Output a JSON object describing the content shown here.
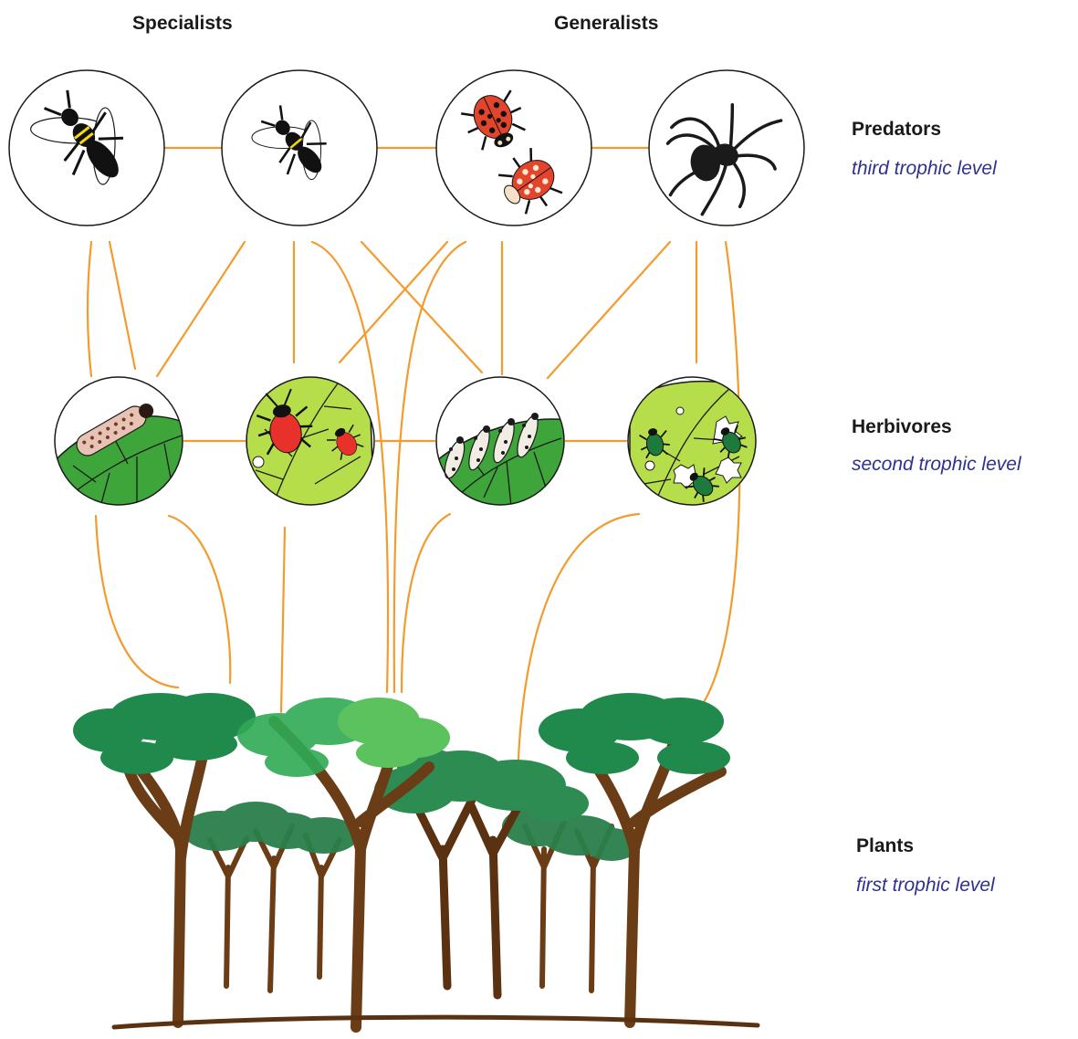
{
  "headings": {
    "specialists": "Specialists",
    "generalists": "Generalists"
  },
  "levels": {
    "predators": {
      "title": "Predators",
      "subtitle": "third trophic level"
    },
    "herbivores": {
      "title": "Herbivores",
      "subtitle": "second trophic level"
    },
    "plants": {
      "title": "Plants",
      "subtitle": "first trophic level"
    }
  },
  "predator_nodes": [
    {
      "id": "wasp-large",
      "icon": "parasitoid-wasp-icon"
    },
    {
      "id": "wasp-small",
      "icon": "parasitoid-wasp-icon"
    },
    {
      "id": "ladybirds",
      "icon": "ladybird-beetle-icon"
    },
    {
      "id": "spider",
      "icon": "spider-icon"
    }
  ],
  "herbivore_nodes": [
    {
      "id": "caterpillar",
      "icon": "caterpillar-on-leaf-icon"
    },
    {
      "id": "red-beetles",
      "icon": "red-leaf-beetle-icon"
    },
    {
      "id": "larvae",
      "icon": "beetle-larvae-icon"
    },
    {
      "id": "green-beetles",
      "icon": "flea-beetle-icon"
    }
  ],
  "colors": {
    "link": "#f39b2e",
    "subtitle": "#2e3192",
    "trunk": "#6b3d16",
    "canopy_dark": "#1f8a4c",
    "canopy_mid": "#2faa55",
    "canopy_light": "#5cc25e",
    "leaf_green": "#3ea53a",
    "leaf_light": "#b6dd4a"
  }
}
